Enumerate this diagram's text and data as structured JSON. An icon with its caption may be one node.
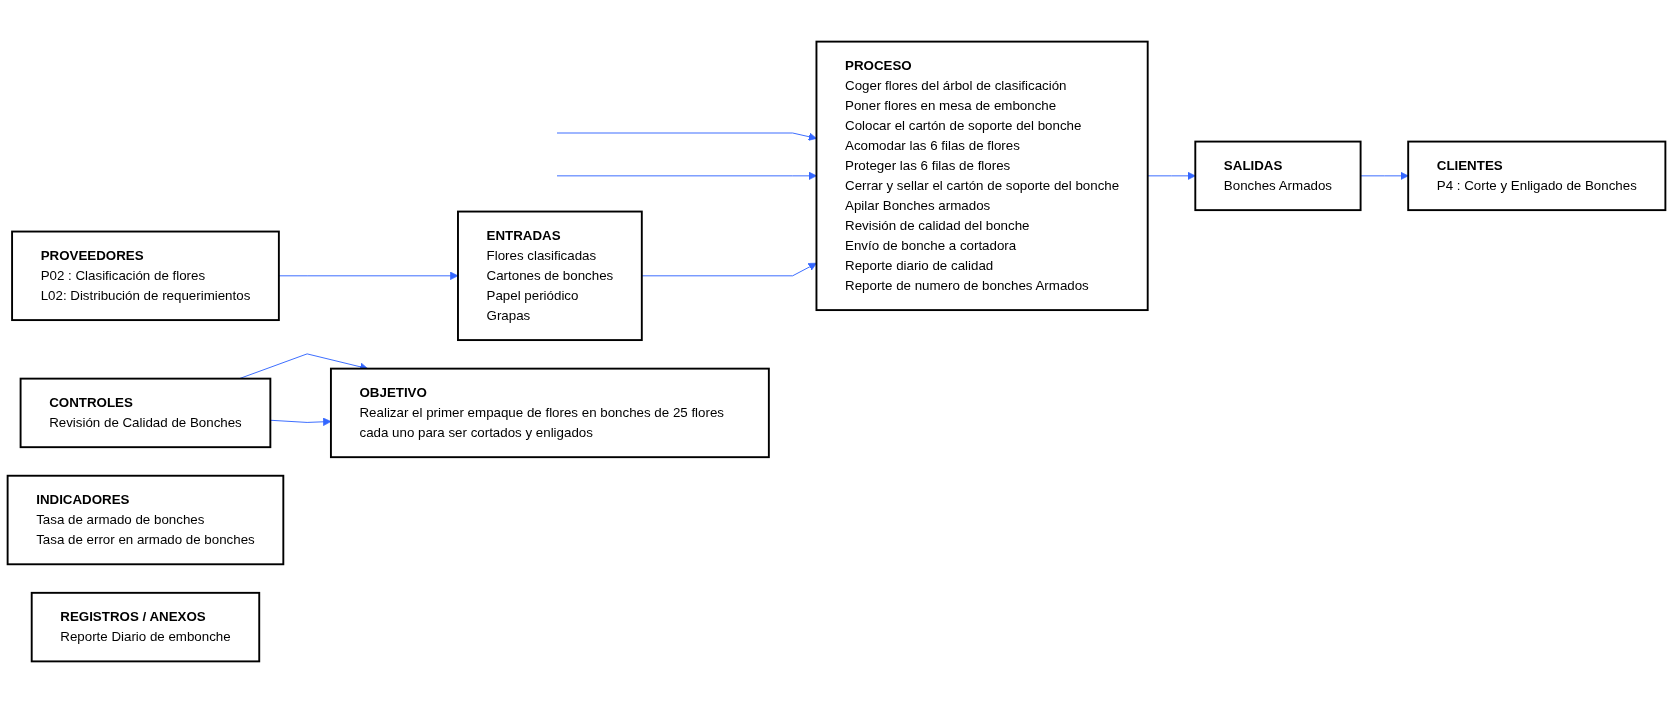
{
  "diagram": {
    "nodes": [
      {
        "text": [
          "PROVEEDORES",
          "P02 : Clasificación de flores",
          "L02: Distribución de requerimientos"
        ]
      },
      {
        "text": [
          "PROCESO",
          "Coger flores del árbol de clasificación",
          "Poner flores en mesa de embonche",
          "Colocar el cartón de soporte del bonche",
          "Acomodar las 6 filas de flores",
          "Proteger las 6 filas de flores",
          "Cerrar y sellar el cartón de soporte del bonche",
          "Apilar Bonches armados",
          "Revisión de calidad del bonche",
          "Envío de bonche a cortadora",
          "Reporte diario de calidad",
          "Reporte de numero de bonches Armados"
        ]
      },
      {
        "text": [
          "CLIENTES",
          "P4 : Corte y Enligado de Bonches"
        ]
      },
      {
        "text": [
          "ENTRADAS",
          "Flores clasificadas",
          "Cartones de bonches",
          "Papel periódico",
          "Grapas"
        ]
      },
      {
        "text": [
          "SALIDAS",
          "Bonches Armados"
        ]
      },
      {
        "text": [
          "INDICADORES",
          "Tasa de armado de bonches",
          "Tasa de error en armado de bonches"
        ]
      },
      {
        "text": [
          "OBJETIVO",
          "Realizar el primer empaque de flores en bonches de 25 flores cada uno para ser cortados y enligados"
        ]
      },
      {
        "text": [
          "REGISTROS / ANEXOS",
          "Reporte Diario de embonche"
        ]
      },
      {
        "text": [
          "CONTROLES",
          "Revisión de Calidad de Bonches"
        ]
      }
    ],
    "edges": [
      {
        "from": null,
        "to": 1,
        "arrow": "to"
      },
      {
        "from": null,
        "to": 1,
        "arrow": "to"
      },
      {
        "from": 0,
        "to": 3,
        "arrow": "to"
      },
      {
        "from": 3,
        "to": 1,
        "arrow": "to"
      },
      {
        "from": 1,
        "to": 4,
        "arrow": "to"
      },
      {
        "from": 4,
        "to": 2,
        "arrow": "to"
      },
      {
        "from": 8,
        "to": 6,
        "arrow": "to"
      },
      {
        "from": 8,
        "to": 6,
        "arrow": "to"
      }
    ]
  }
}
